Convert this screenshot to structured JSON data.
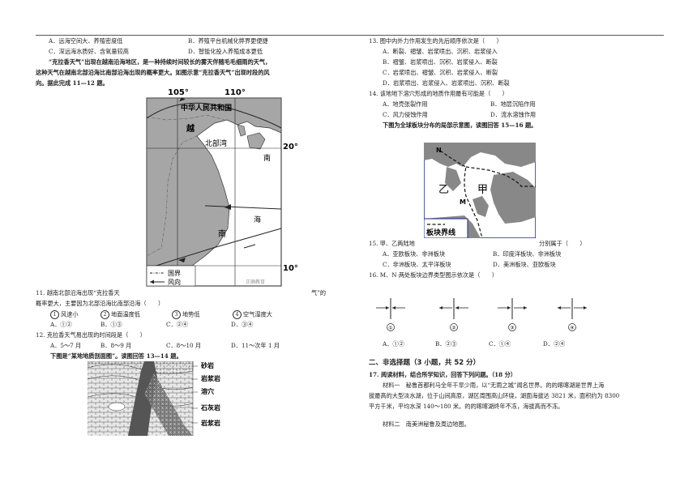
{
  "left": {
    "q10_opts": {
      "A": "A．远海空间大、养殖密度低",
      "B": "B．养殖平台机械化弊界更便捷",
      "C": "C．深远海水质好、含氧量较高",
      "D": "D．智能化投入养殖成本更低"
    },
    "intro1": "“克拉香天气”出现在越南沿海地区，是一种持续时间较长的雾天伴随毛毛细雨的天气，",
    "intro2": "这种天气在越南北部沿海比南部沿海出现的概率更大。如图示意“克拉香天气”出现时段的风",
    "intro3": "向。据此完成 11—12 题。",
    "map": {
      "lon1": "105°",
      "lon2": "110°",
      "lat1": "20°",
      "lat2": "10°",
      "china": "中华人民共和国",
      "yue": "越",
      "gulf": "北部湾",
      "nan1": "南",
      "hai": "海",
      "nan2": "南",
      "legend_border": "国界",
      "legend_wind": "风向",
      "watermark": "正确教育"
    },
    "q11_line1": "11. 越南北部沿海出现“克拉香天",
    "q11_quote": "气”的",
    "q11_line2": "概率更大，主要因为北部沿海比南部沿海（　　）",
    "q11_items": [
      "风速小",
      "地面温度低",
      "地势低",
      "空气湿度大"
    ],
    "q11_opts": [
      "A．①②",
      "B．①③",
      "C．②④",
      "D．③④"
    ],
    "q12": "12. 克拉香天气易出现的时间段是（　　）",
    "q12_opts": [
      "A．5～7 月",
      "B．8～9 月",
      "C．8～10 月",
      "D．11～次年 1 月"
    ],
    "intro2b": "下图是“某地地质剖面图”。读图回答 13—14 题。",
    "geo_labels": [
      "砂岩",
      "岩浆岩",
      "溶穴",
      "石灰岩",
      "岩浆岩"
    ]
  },
  "right": {
    "q13": "13. 图中内外力作用发生的先后顺序依次是（　　）",
    "q13_opts": [
      "A．断裂、褶皱、岩浆喷出、沉积、岩浆侵入",
      "B．褶皱、岩浆喷出、沉积、岩浆侵入、断裂",
      "C．岩浆喷出、褶皱、沉积、岩浆侵入、断裂",
      "D．岩浆喷出、岩浆侵入、岩浆喷出、沉积、断裂"
    ],
    "q14": "14. 该地地下溶穴形成的地质作用最有可能是（　　）",
    "q14_opts": {
      "A": "A．地壳张裂作用",
      "B": "B．地层沉陷作用",
      "C": "C．风力侵蚀作用",
      "D": "D．流水溶蚀作用"
    },
    "intro3": "下图为全球板块分布的局部示意图，读图回答 15—16 题。",
    "plate_map": {
      "N": "N",
      "M": "M",
      "yi": "乙",
      "jia": "甲",
      "legend": "板块界线"
    },
    "q15_a": "15. 甲、乙两陆地",
    "q15_b": "分别属于（　　）",
    "q15_opts": {
      "A": "A．亚欧板块、非洲板块",
      "B": "B．印度洋板块、非洲板块",
      "C": "C．非洲板块、太平洋板块",
      "D": "D．美洲板块、亚欧板块"
    },
    "q16": "16. M、N 两处板块边界类型图示依次是（　　）",
    "arrow_labels": [
      "①",
      "②",
      "③",
      "④"
    ],
    "q16_opts": [
      "A．①②",
      "B．②③",
      "C．①④",
      "D．②④"
    ],
    "sec2": "二、非选择题（3 小题，共 52 分）",
    "q17": "17. 阅读材料，结合所学知识，回答下列问题。（18 分）",
    "m1_1": "材料一　秘鲁首都利马全年干旱少雨，以“无雨之城”闻名世界。的的喀喀湖是世界上海",
    "m1_2": "拔最高的大型淡水湖，位于山间高原，湖区周围高山环绕，湖面海拔达 3821 米，面积约为 8300",
    "m1_3": "平方千米，平均水深 140～180 米。的的喀喀湖终年不冻，海拔高而不冻。",
    "m2": "材料二　南美洲秘鲁及周边地图。"
  }
}
